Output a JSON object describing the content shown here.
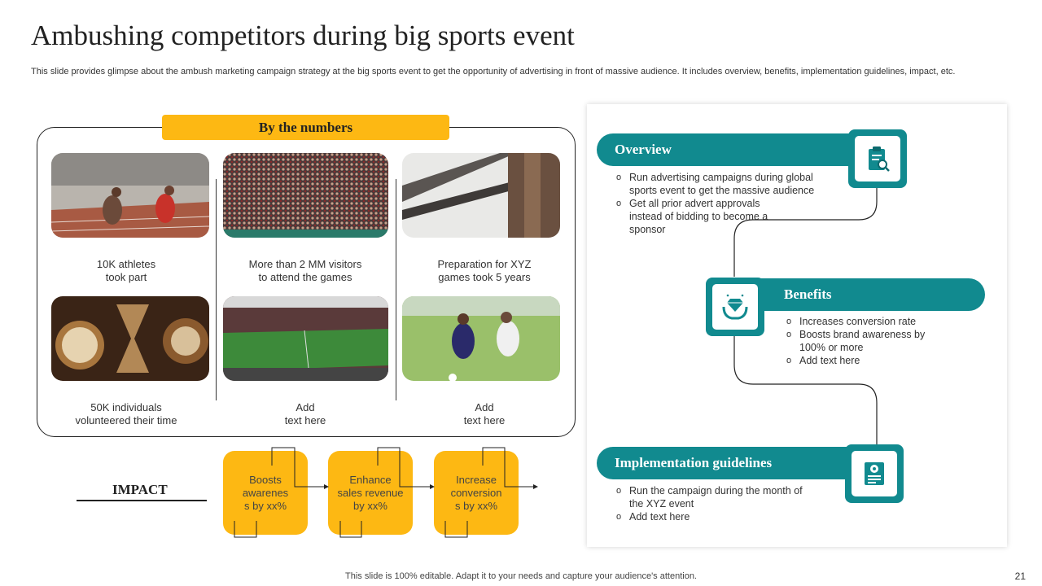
{
  "title": "Ambushing competitors during big sports event",
  "subtitle": "This slide provides glimpse about the ambush marketing campaign strategy at the big sports event to get the opportunity of advertising in front of massive audience. It includes overview, benefits, implementation guidelines, impact, etc.",
  "numbers": {
    "heading": "By the numbers",
    "items": [
      {
        "caption": "10K athletes\ntook part",
        "image": "sprinters-image"
      },
      {
        "caption": "More than 2 MM visitors\nto attend the games",
        "image": "crowd-image"
      },
      {
        "caption": "Preparation for XYZ\ngames took 5 years",
        "image": "stadium-roof-image"
      },
      {
        "caption": "50K individuals\nvolunteered  their time",
        "image": "hourglass-image"
      },
      {
        "caption": "Add\ntext here",
        "image": "stadium-field-image"
      },
      {
        "caption": "Add\ntext here",
        "image": "soccer-players-image"
      }
    ]
  },
  "impact": {
    "label": "IMPACT",
    "cards": [
      "Boosts\nawarenes\ns by xx%",
      "Enhance\nsales revenue\nby xx%",
      "Increase\nconversion\ns by xx%"
    ]
  },
  "overview": {
    "title": "Overview",
    "icon": "clipboard-search-icon",
    "bullets": [
      "Run advertising campaigns during global sports event to get the massive audience",
      "Get all prior advert approvals instead of bidding to become a sponsor"
    ]
  },
  "benefits": {
    "title": "Benefits",
    "icon": "hands-diamond-icon",
    "bullets": [
      "Increases conversion rate",
      "Boosts brand awareness by 100% or more",
      "Add text here"
    ]
  },
  "implementation": {
    "title": "Implementation guidelines",
    "icon": "document-gear-icon",
    "bullets": [
      "Run the campaign during the month of the XYZ event",
      "Add text here"
    ]
  },
  "footer": "This slide is 100% editable. Adapt it to your needs and capture your audience's attention.",
  "page_number": "21",
  "colors": {
    "accent_yellow": "#fdb813",
    "accent_teal": "#118a8f"
  }
}
